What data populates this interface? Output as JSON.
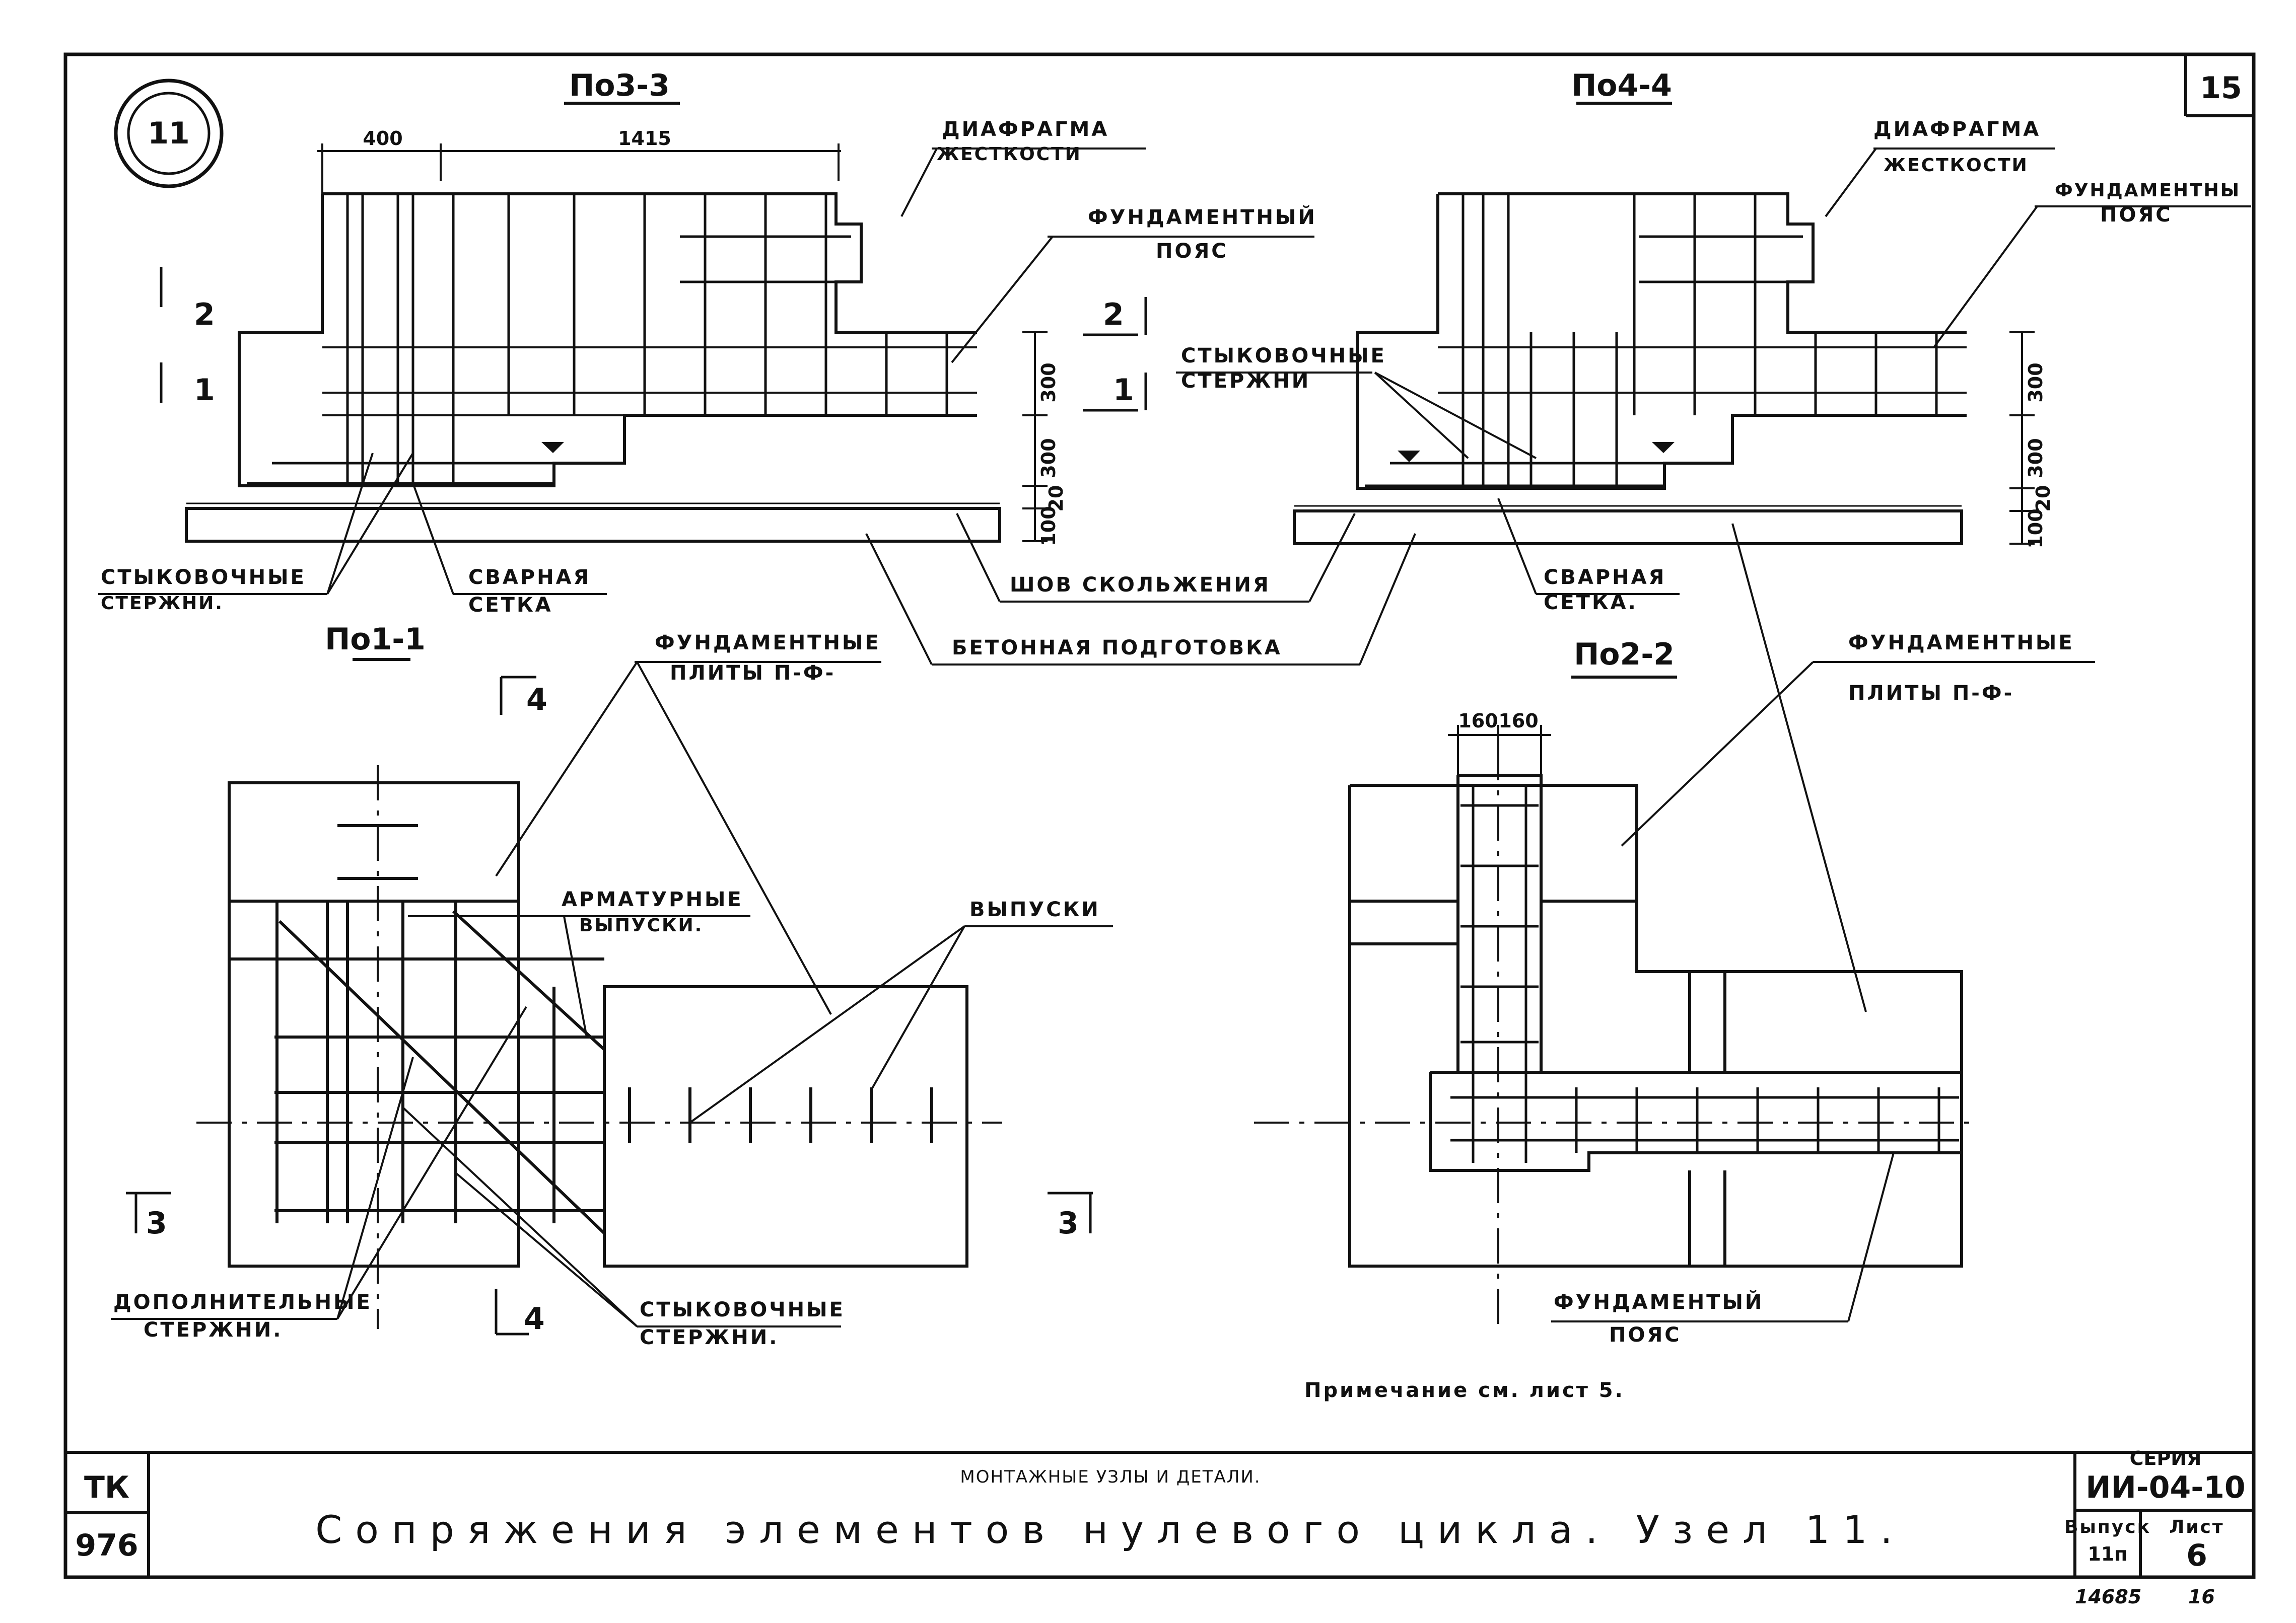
{
  "sheet": {
    "node_number": "11",
    "page_number": "15",
    "stamp": {
      "tk": "ТК",
      "year": "976"
    },
    "title_block": {
      "subtitle": "МОНТАЖНЫЕ УЗЛЫ И ДЕТАЛИ.",
      "title": "Сопряжения элементов нулевого цикла. Узел 11.",
      "series_label": "СЕРИЯ",
      "series_value": "ИИ-04-10",
      "issue_label": "Выпуск",
      "issue_value": "11п",
      "sheet_label": "Лист",
      "sheet_value": "6"
    },
    "inventory_number": "14685",
    "corner_number": "16",
    "note": "Примечание см. лист 5."
  },
  "sections": {
    "s33": {
      "title": "По3-3",
      "dim_a": "400",
      "dim_b": "1415"
    },
    "s44": {
      "title": "По4-4"
    },
    "s11": {
      "title": "По1-1"
    },
    "s22": {
      "title": "По2-2",
      "dim_a": "160",
      "dim_b": "160"
    }
  },
  "dims": {
    "d300": "300",
    "d20": "20",
    "d100": "100"
  },
  "cut_marks": {
    "m1": "1",
    "m2": "2",
    "m3": "3",
    "m4": "4"
  },
  "labels": {
    "diaphragm_1": "ДИАФРАГМА",
    "diaphragm_2": "ЖЕСТКОСТИ",
    "found_belt_1": "ФУНДАМЕНТНЫЙ",
    "found_belt_2": "ПОЯС",
    "found_belt_right_1": "ФУНДАМЕНТНЫ",
    "found_belt_bottom_1": "ФУНДАМЕНТЫЙ",
    "joint_bars_1": "СТЫКОВОЧНЫЕ",
    "joint_bars_2": "СТЕРЖНИ.",
    "joint_bars_2b": "СТЕРЖНИ",
    "welded_mesh_1": "СВАРНАЯ",
    "welded_mesh_2": "СЕТКА",
    "welded_mesh_2b": "СЕТКА.",
    "slip_joint": "ШОВ СКОЛЬЖЕНИЯ",
    "concrete_prep": "БЕТОННАЯ ПОДГОТОВКА",
    "found_plates_1": "ФУНДАМЕНТНЫЕ",
    "found_plates_2": "ПЛИТЫ П-Ф-",
    "rebar_out_1": "АРМАТУРНЫЕ",
    "rebar_out_2": "ВЫПУСКИ.",
    "outlets": "ВЫПУСКИ",
    "extra_bars_1": "ДОПОЛНИТЕЛЬНЫЕ",
    "extra_bars_2": "СТЕРЖНИ."
  }
}
